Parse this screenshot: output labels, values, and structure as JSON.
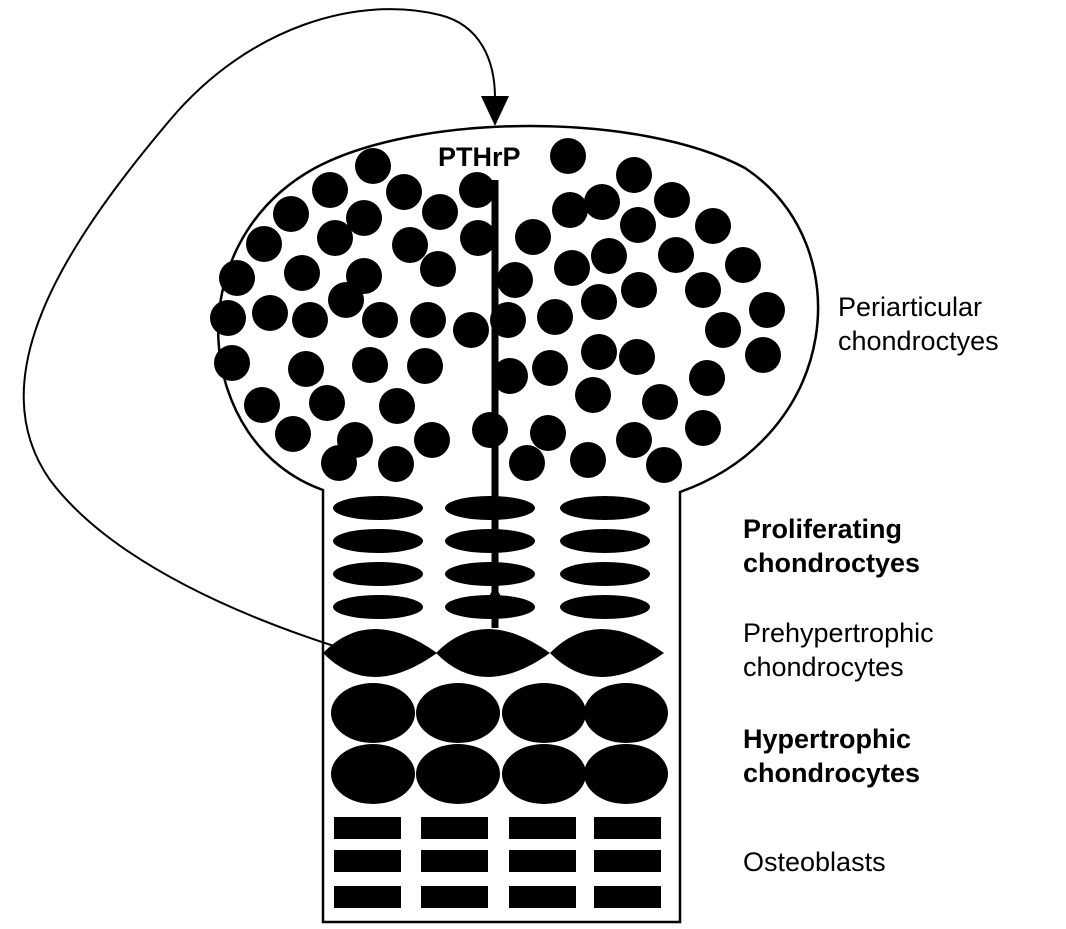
{
  "colors": {
    "ink": "#000000",
    "paper": "#ffffff"
  },
  "diagram": {
    "signal_label": "PTHrP",
    "zones": [
      {
        "key": "periarticular",
        "line1": "Periarticular",
        "line2": "chondroctyes",
        "bold": false
      },
      {
        "key": "proliferating",
        "line1": "Proliferating",
        "line2": "chondroctyes",
        "bold": true
      },
      {
        "key": "prehypertrophic",
        "line1": "Prehypertrophic",
        "line2": "chondrocytes",
        "bold": false
      },
      {
        "key": "hypertrophic",
        "line1": "Hypertrophic",
        "line2": "chondrocytes",
        "bold": true
      },
      {
        "key": "osteoblasts",
        "line1": "Osteoblasts",
        "line2": "",
        "bold": false
      }
    ],
    "cell_shapes": {
      "periarticular": "round-cell-icon",
      "proliferating": "flat-ellipse-cell-icon",
      "prehypertrophic": "lens-cell-icon",
      "hypertrophic": "large-oval-cell-icon",
      "osteoblasts": "rectangle-cell-icon"
    },
    "arrows": {
      "feedback_loop": "curved-arrow-icon",
      "diffusion": "vertical-arrow-icon"
    }
  }
}
